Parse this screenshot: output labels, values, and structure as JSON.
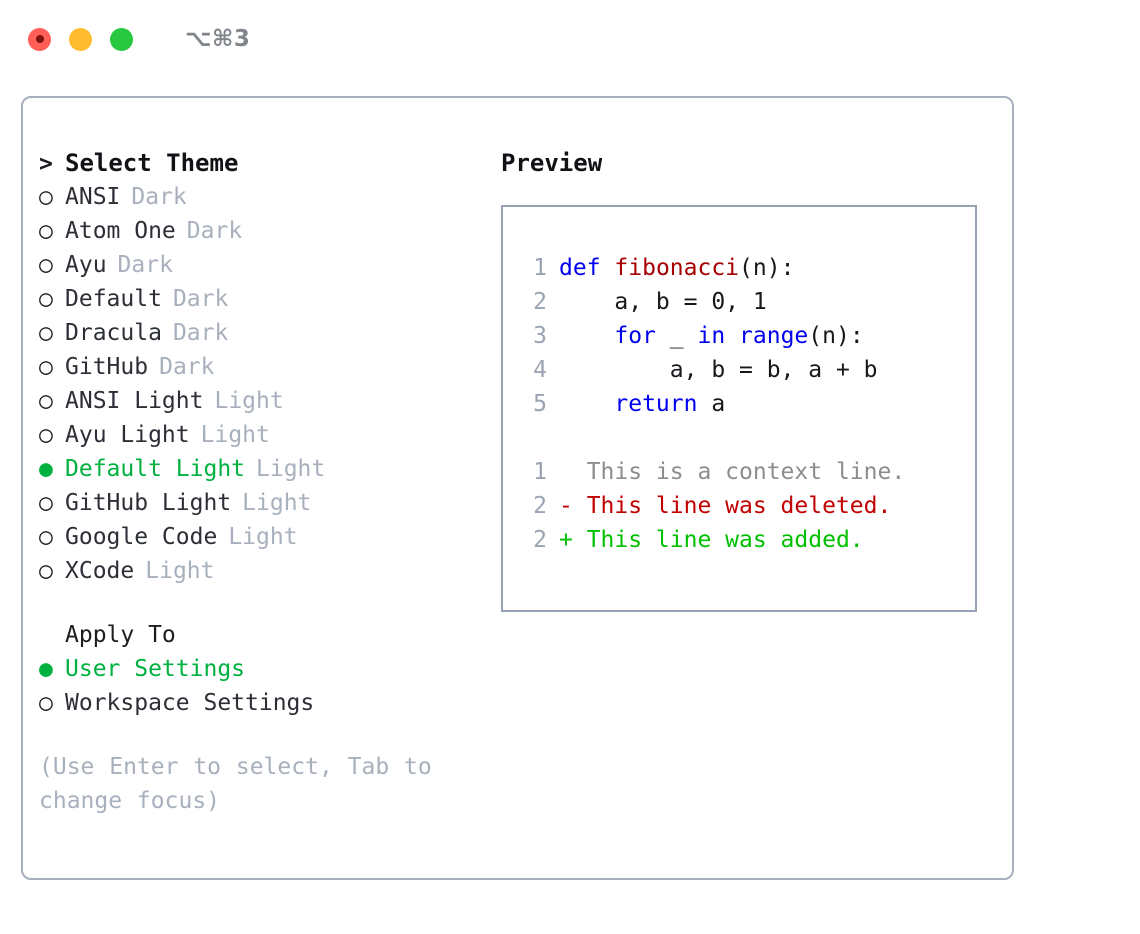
{
  "titlebar": {
    "shortcut": "⌥⌘3",
    "lights": [
      {
        "name": "close",
        "color": "#ff5f57"
      },
      {
        "name": "minimize",
        "color": "#febc2e"
      },
      {
        "name": "maximize",
        "color": "#28c840"
      }
    ]
  },
  "accent_color": "#00b140",
  "theme_list": {
    "title": "Select Theme",
    "title_marker": ">",
    "marker_unselected": "○",
    "marker_selected": "●",
    "items": [
      {
        "name": "ANSI",
        "category": "Dark",
        "selected": false
      },
      {
        "name": "Atom One",
        "category": "Dark",
        "selected": false
      },
      {
        "name": "Ayu",
        "category": "Dark",
        "selected": false
      },
      {
        "name": "Default",
        "category": "Dark",
        "selected": false
      },
      {
        "name": "Dracula",
        "category": "Dark",
        "selected": false
      },
      {
        "name": "GitHub",
        "category": "Dark",
        "selected": false
      },
      {
        "name": "ANSI Light",
        "category": "Light",
        "selected": false
      },
      {
        "name": "Ayu Light",
        "category": "Light",
        "selected": false
      },
      {
        "name": "Default Light",
        "category": "Light",
        "selected": true
      },
      {
        "name": "GitHub Light",
        "category": "Light",
        "selected": false
      },
      {
        "name": "Google Code",
        "category": "Light",
        "selected": false
      },
      {
        "name": "XCode",
        "category": "Light",
        "selected": false
      }
    ]
  },
  "apply_to": {
    "title": "Apply To",
    "options": [
      {
        "label": "User Settings",
        "selected": true
      },
      {
        "label": "Workspace Settings",
        "selected": false
      }
    ]
  },
  "hint": "(Use Enter to select, Tab to change focus)",
  "preview": {
    "title": "Preview",
    "code_lines": [
      {
        "num": "1",
        "tokens": [
          {
            "t": "def",
            "c": "kw"
          },
          {
            "t": " ",
            "c": "text"
          },
          {
            "t": "fibonacci",
            "c": "fn"
          },
          {
            "t": "(n):",
            "c": "text"
          }
        ]
      },
      {
        "num": "2",
        "tokens": [
          {
            "t": "    a, b = 0, 1",
            "c": "text"
          }
        ]
      },
      {
        "num": "3",
        "tokens": [
          {
            "t": "    ",
            "c": "text"
          },
          {
            "t": "for",
            "c": "kw"
          },
          {
            "t": " _ ",
            "c": "text"
          },
          {
            "t": "in",
            "c": "kw"
          },
          {
            "t": " ",
            "c": "text"
          },
          {
            "t": "range",
            "c": "kw"
          },
          {
            "t": "(n):",
            "c": "text"
          }
        ]
      },
      {
        "num": "4",
        "tokens": [
          {
            "t": "        a, b = b, a + b",
            "c": "text"
          }
        ]
      },
      {
        "num": "5",
        "tokens": [
          {
            "t": "    ",
            "c": "text"
          },
          {
            "t": "return",
            "c": "kw"
          },
          {
            "t": " a",
            "c": "text"
          }
        ]
      }
    ],
    "diff_lines": [
      {
        "num": "1",
        "text": "  This is a context line.",
        "kind": "context"
      },
      {
        "num": "2",
        "text": "- This line was deleted.",
        "kind": "del"
      },
      {
        "num": "2",
        "text": "+ This line was added.",
        "kind": "add"
      }
    ]
  }
}
